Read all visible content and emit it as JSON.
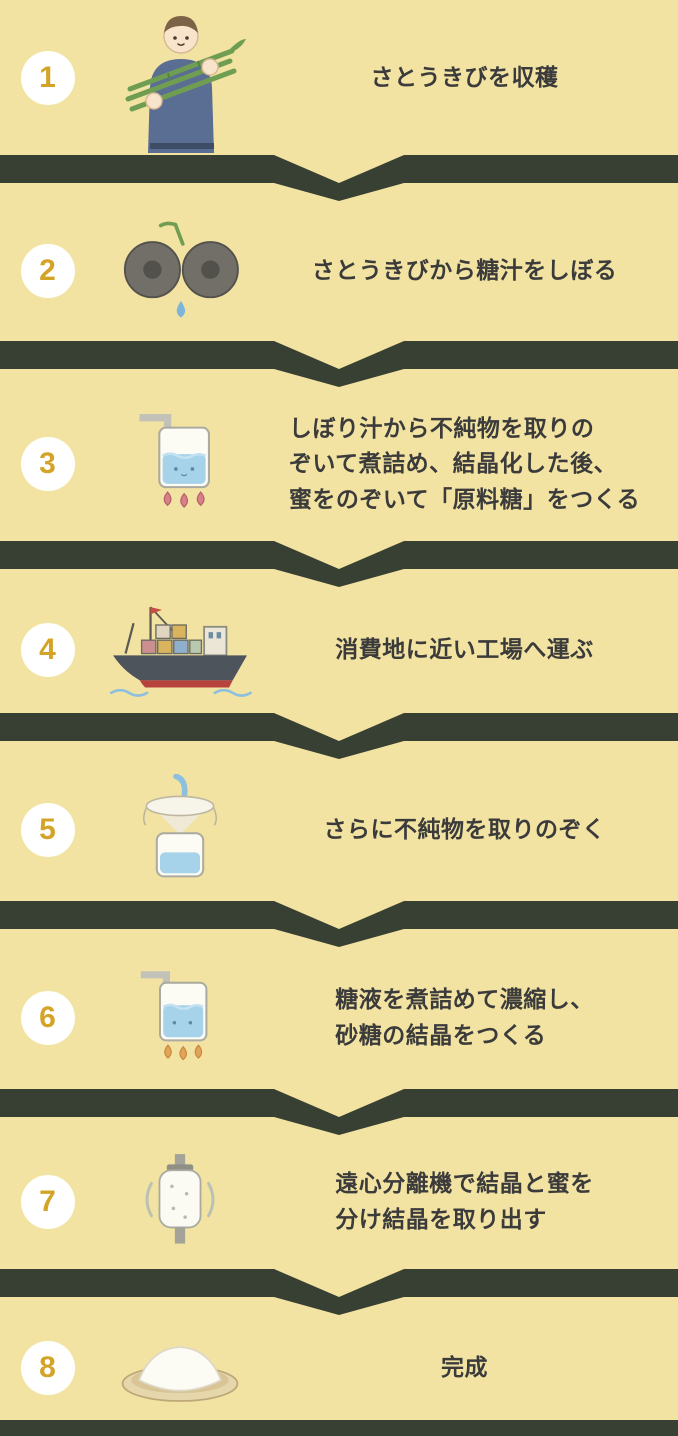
{
  "colors": {
    "background": "#f2e3a2",
    "divider": "#384034",
    "number_accent": "#d4a429",
    "number_circle": "#ffffff",
    "text": "#3b3b3b"
  },
  "steps": [
    {
      "number": "1",
      "label": "さとうきびを収穫",
      "icon": "farmer-sugarcane-icon"
    },
    {
      "number": "2",
      "label": "さとうきびから糖汁をしぼる",
      "icon": "roller-press-icon"
    },
    {
      "number": "3",
      "label": "しぼり汁から不純物を取りの\nぞいて煮詰め、結晶化した後、\n蜜をのぞいて「原料糖」をつくる",
      "icon": "boiling-pot-icon"
    },
    {
      "number": "4",
      "label": "消費地に近い工場へ運ぶ",
      "icon": "cargo-ship-icon"
    },
    {
      "number": "5",
      "label": "さらに不純物を取りのぞく",
      "icon": "filter-cloth-icon"
    },
    {
      "number": "6",
      "label": "糖液を煮詰めて濃縮し、\n砂糖の結晶をつくる",
      "icon": "boiling-cup-icon"
    },
    {
      "number": "7",
      "label": "遠心分離機で結晶と蜜を\n分け結晶を取り出す",
      "icon": "centrifuge-icon"
    },
    {
      "number": "8",
      "label": "完成",
      "icon": "sugar-plate-icon"
    }
  ]
}
